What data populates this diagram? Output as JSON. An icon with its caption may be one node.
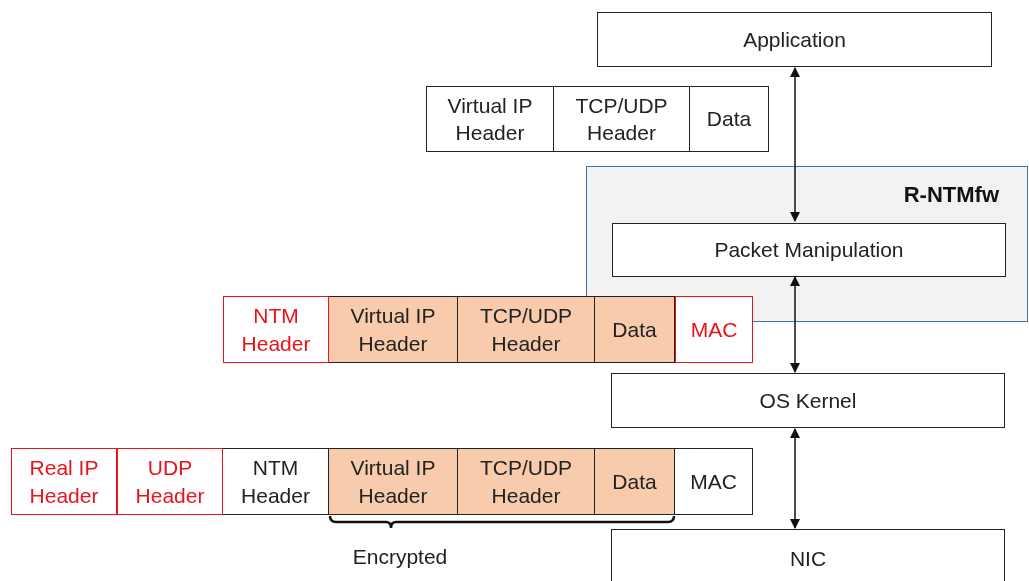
{
  "diagram": {
    "nodes": [
      {
        "text": [
          "Application"
        ]
      },
      {
        "text": [
          "Virtual IP Header"
        ]
      },
      {
        "text": [
          "TCP/UDP Header"
        ]
      },
      {
        "text": [
          "Data"
        ]
      },
      {
        "text": [
          "R-NTMfw"
        ]
      },
      {
        "text": [
          "Packet Manipulation"
        ],
        "in": 4
      },
      {
        "text": [
          "NTM Header"
        ]
      },
      {
        "text": [
          "Virtual IP Header"
        ]
      },
      {
        "text": [
          "TCP/UDP Header"
        ]
      },
      {
        "text": [
          "Data"
        ]
      },
      {
        "text": [
          "MAC"
        ]
      },
      {
        "text": [
          "OS Kernel"
        ]
      },
      {
        "text": [
          "Real IP Header"
        ]
      },
      {
        "text": [
          "UDP Header"
        ]
      },
      {
        "text": [
          "NTM Header"
        ]
      },
      {
        "text": [
          "Virtual IP Header"
        ]
      },
      {
        "text": [
          "TCP/UDP Header"
        ]
      },
      {
        "text": [
          "Data"
        ]
      },
      {
        "text": [
          "MAC"
        ]
      },
      {
        "text": [
          "NIC"
        ]
      }
    ],
    "edges": [
      {
        "from": 0,
        "to": 5,
        "arrow": "both"
      },
      {
        "from": 5,
        "to": 11,
        "arrow": "both"
      },
      {
        "from": 11,
        "to": 19,
        "arrow": "both"
      }
    ],
    "labels": [
      "Encrypted"
    ]
  }
}
